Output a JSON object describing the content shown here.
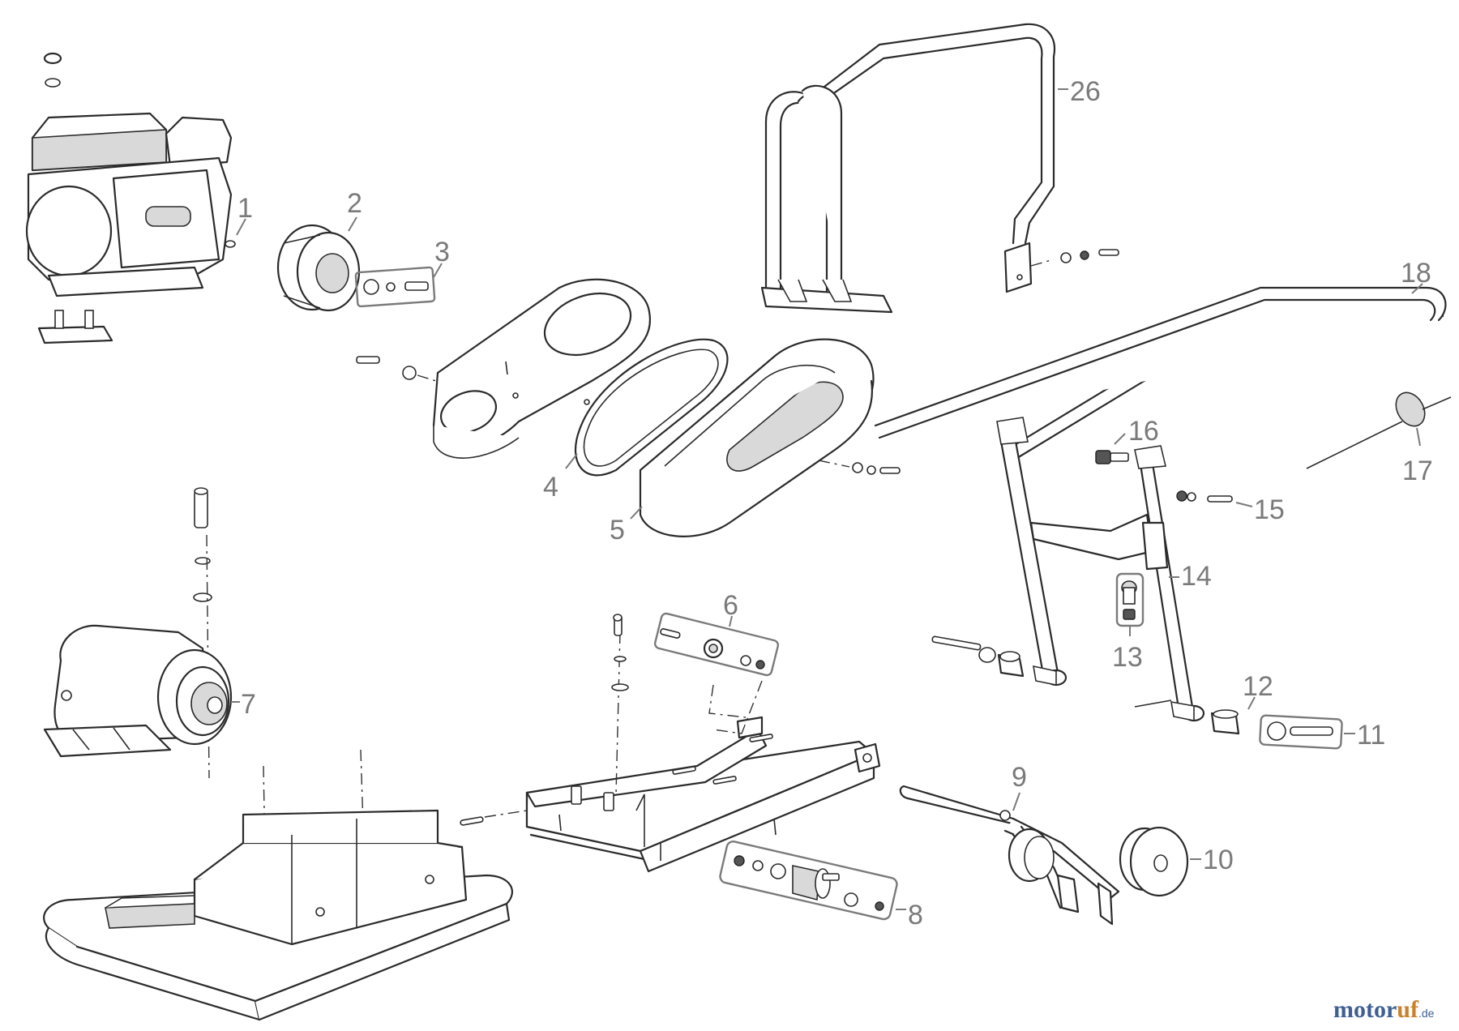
{
  "labels": {
    "p1": "1",
    "p2": "2",
    "p3": "3",
    "p4": "4",
    "p5": "5",
    "p6": "6",
    "p7": "7",
    "p8": "8",
    "p9": "9",
    "p10": "10",
    "p11": "11",
    "p12": "12",
    "p13": "13",
    "p14": "14",
    "p15": "15",
    "p16": "16",
    "p17": "17",
    "p18": "18",
    "p26": "26"
  },
  "watermark": {
    "brand_a": "motor",
    "brand_b": "uf",
    "tld": ".de"
  },
  "colors": {
    "callout": "#7a7a7a",
    "line": "#2b2b2b",
    "watermark_blue": "#3f5f93",
    "watermark_orange": "#c9812c"
  }
}
